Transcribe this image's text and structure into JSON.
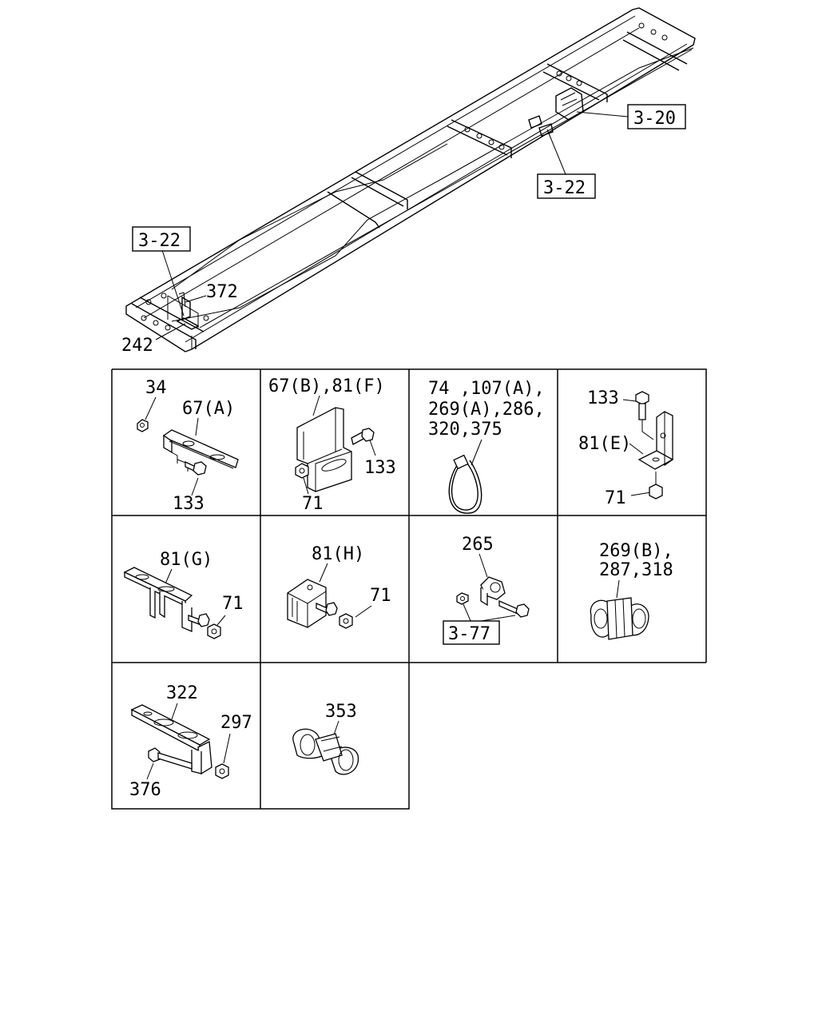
{
  "frame_callouts": {
    "ref_3_20": "3-20",
    "ref_3_22_right": "3-22",
    "ref_3_22_left": "3-22",
    "part_372": "372",
    "part_242": "242"
  },
  "cells": [
    {
      "labels": [
        "34",
        "67(A)",
        "133"
      ]
    },
    {
      "labels": [
        "67(B),81(F)",
        "133",
        "71"
      ]
    },
    {
      "labels": [
        "74 ,107(A),",
        "269(A),286,",
        "320,375"
      ]
    },
    {
      "labels": [
        "133",
        "81(E)",
        "71"
      ]
    },
    {
      "labels": [
        "81(G)",
        "71"
      ]
    },
    {
      "labels": [
        "81(H)",
        "71"
      ]
    },
    {
      "labels": [
        "265",
        "3-77"
      ]
    },
    {
      "labels": [
        "269(B),",
        "287,318"
      ]
    },
    {
      "labels": [
        "322",
        "297",
        "376"
      ]
    },
    {
      "labels": [
        "353"
      ]
    }
  ]
}
